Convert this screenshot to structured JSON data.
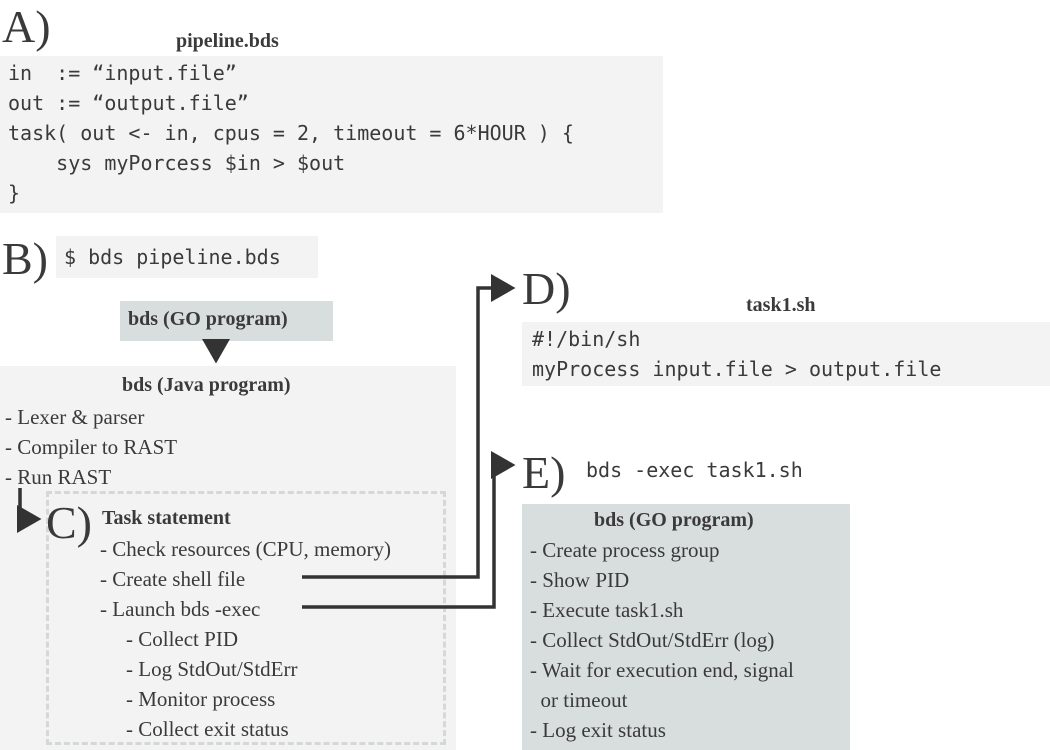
{
  "section_a": {
    "letter": "A)",
    "title": "pipeline.bds",
    "code": [
      "in  := “input.file”",
      "out := “output.file”",
      "task( out <- in, cpus = 2, timeout = 6*HOUR ) {",
      "    sys myPorcess $in > $out",
      "}"
    ]
  },
  "section_b": {
    "letter": "B)",
    "command": "$ bds pipeline.bds",
    "go_box": "bds (GO program)",
    "java_box": {
      "title": "bds (Java program)",
      "items": [
        "- Lexer & parser",
        "- Compiler to RAST",
        "- Run RAST"
      ]
    }
  },
  "section_c": {
    "letter": "C)",
    "title": "Task statement",
    "items": [
      "- Check resources (CPU, memory)",
      "- Create shell file",
      "- Launch bds -exec"
    ],
    "sub_items": [
      "- Collect PID",
      "- Log StdOut/StdErr",
      "- Monitor process",
      "- Collect exit status"
    ]
  },
  "section_d": {
    "letter": "D)",
    "title": "task1.sh",
    "code": [
      "#!/bin/sh",
      "myProcess input.file > output.file"
    ]
  },
  "section_e": {
    "letter": "E)",
    "command": "bds -exec task1.sh",
    "box_title": "bds (GO program)",
    "items": [
      "- Create process group",
      "- Show PID",
      "- Execute task1.sh",
      "- Collect StdOut/StdErr (log)",
      "- Wait for execution end, signal",
      "  or timeout",
      "- Log exit status"
    ]
  },
  "colors": {
    "code_bg": "#f2f3f2",
    "box_bg": "#d8dedd",
    "text": "#3a3a3a",
    "arrow": "#333333",
    "dashed_border": "#d4d8d7"
  }
}
